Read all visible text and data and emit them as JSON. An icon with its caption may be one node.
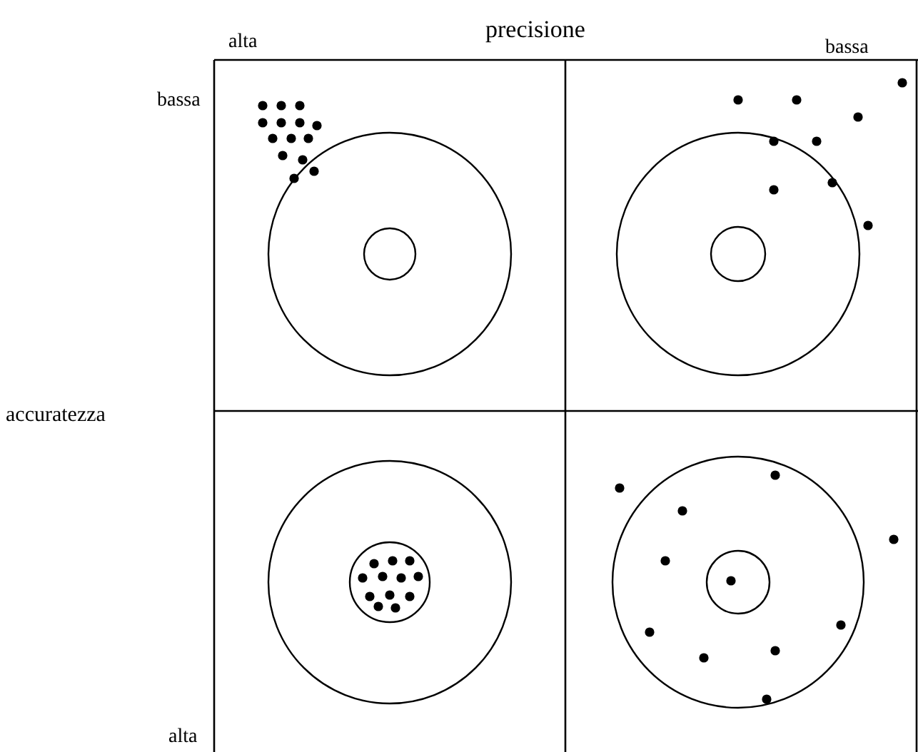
{
  "diagram": {
    "labels": [
      "alta",
      "precisione",
      "bassa",
      "bassa",
      "accuratezza",
      "alta"
    ]
  }
}
